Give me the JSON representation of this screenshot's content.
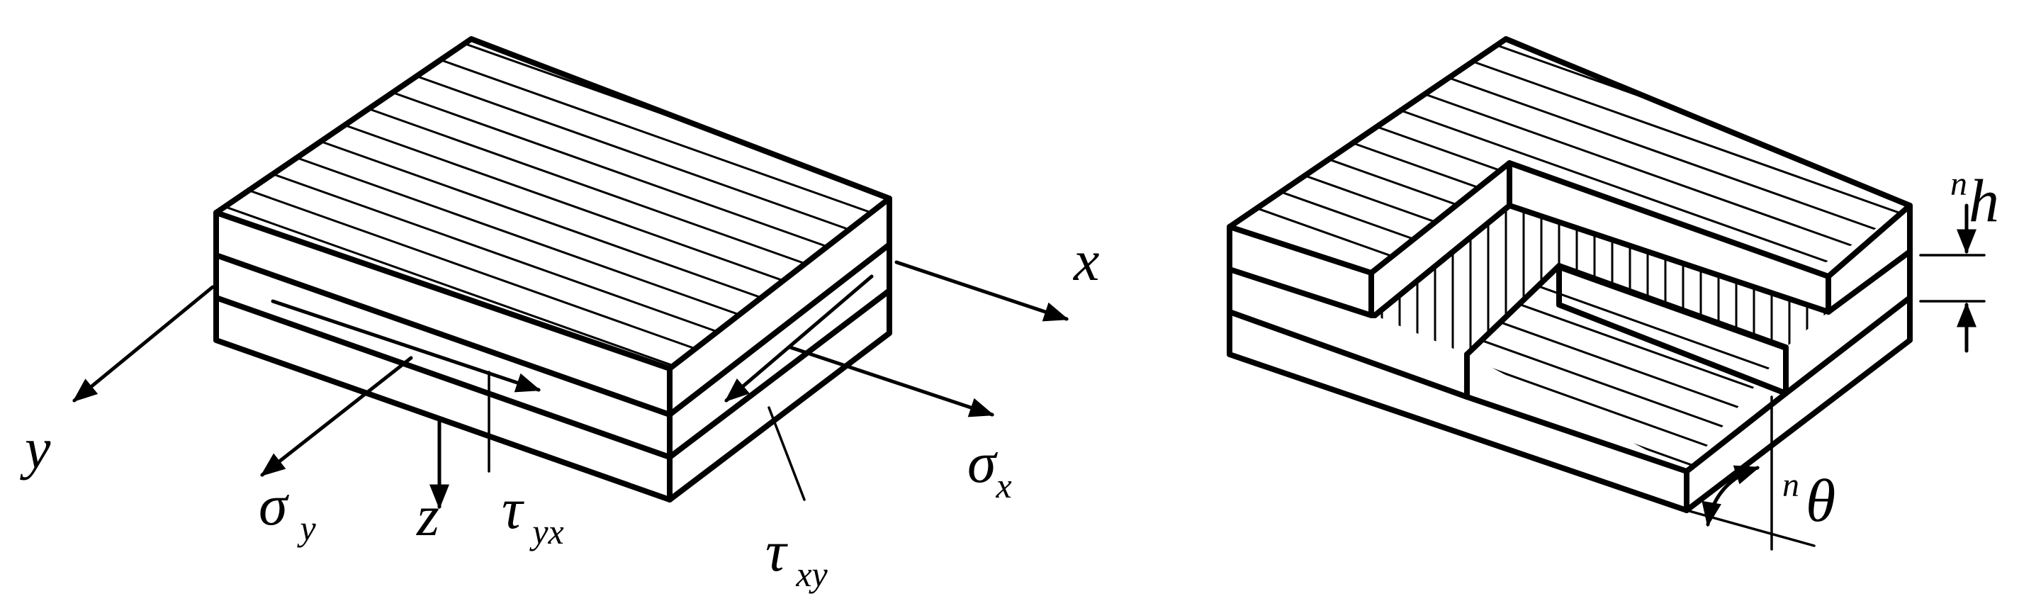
{
  "labels": {
    "x": "x",
    "y": "y",
    "z": "z",
    "sigma_x": {
      "base": "σ",
      "sub": "x"
    },
    "sigma_y": {
      "base": "σ",
      "sub": "y"
    },
    "tau_yx": {
      "base": "τ",
      "sub": "yx"
    },
    "tau_xy": {
      "base": "τ",
      "sub": "xy"
    },
    "h": {
      "sup": "n",
      "base": "h"
    },
    "theta": {
      "sup": "n",
      "base": "θ"
    }
  },
  "colors": {
    "ink": "#000000",
    "background": "#ffffff"
  }
}
